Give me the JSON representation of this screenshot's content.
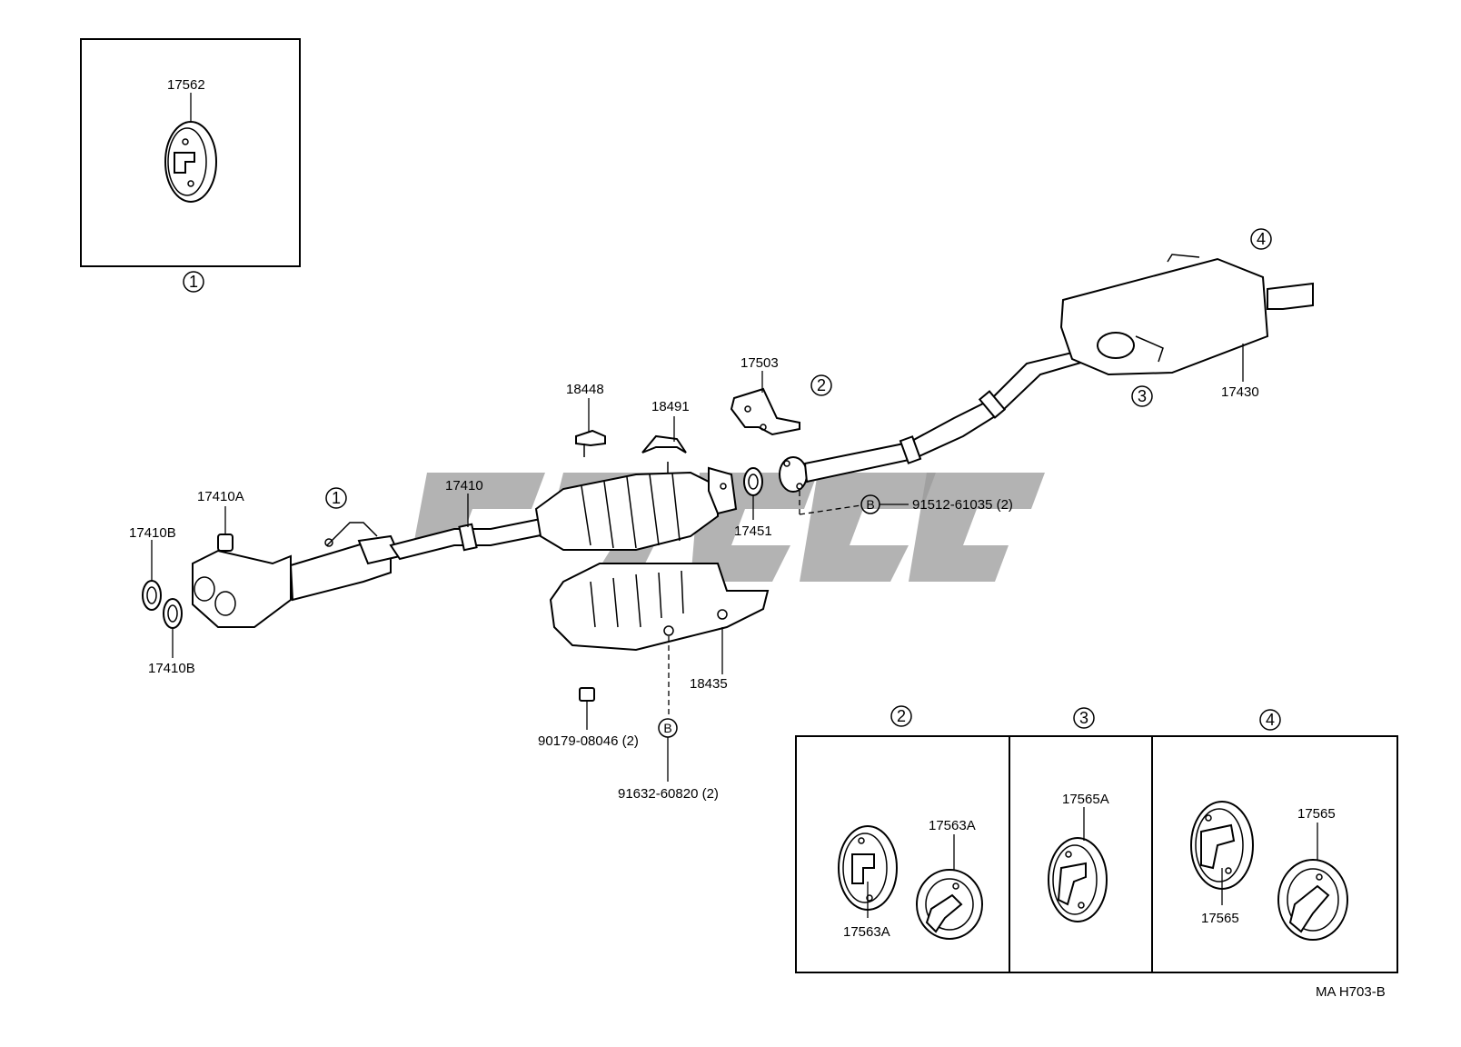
{
  "callouts": {
    "c1": "1",
    "c2": "2",
    "c3": "3",
    "c4": "4",
    "b": "B"
  },
  "parts": {
    "p17562": "17562",
    "p17410A": "17410A",
    "p17410B_top": "17410B",
    "p17410B_bottom": "17410B",
    "p17410": "17410",
    "p18448": "18448",
    "p18491": "18491",
    "p17503": "17503",
    "p17451": "17451",
    "p91512": "91512-61035 (2)",
    "p17430": "17430",
    "p18435": "18435",
    "p90179": "90179-08046 (2)",
    "p91632": "91632-60820 (2)",
    "p17563A_top": "17563A",
    "p17563A_bottom": "17563A",
    "p17565A": "17565A",
    "p17565_top": "17565",
    "p17565_bottom": "17565"
  },
  "drawing_code": "MA H703-B"
}
